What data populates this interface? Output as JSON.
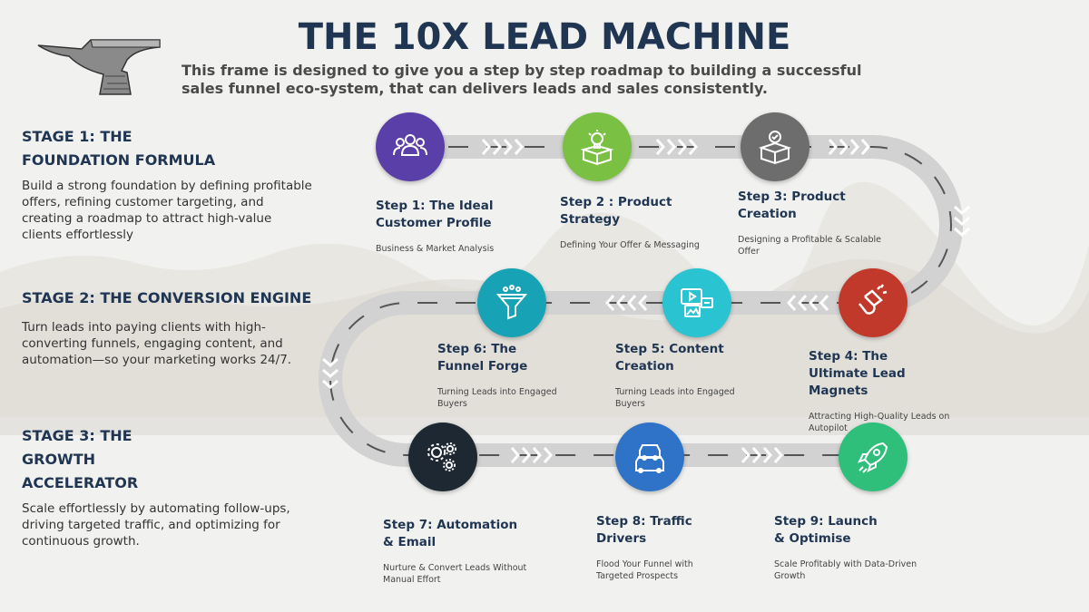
{
  "header": {
    "title": "THE 10X LEAD MACHINE",
    "subtitle": "This frame is designed to give you a step by step roadmap to building a successful sales funnel eco-system, that can delivers leads and sales consistently."
  },
  "stages": [
    {
      "title": "STAGE 1: THE FOUNDATION FORMULA",
      "desc": "Build a strong foundation by defining profitable offers, refining customer targeting, and creating a roadmap to attract high-value clients effortlessly"
    },
    {
      "title": "STAGE 2: THE CONVERSION ENGINE",
      "desc": "Turn leads into paying clients with high-converting funnels, engaging content, and automation—so your marketing works 24/7."
    },
    {
      "title": "STAGE 3: THE GROWTH ACCELERATOR",
      "desc": "Scale effortlessly by automating follow-ups, driving targeted traffic, and optimizing for continuous growth."
    }
  ],
  "steps": [
    {
      "title": "Step 1: The Ideal Customer Profile",
      "desc": "Business & Market Analysis",
      "icon": "users-icon",
      "color": "#5b3fa8"
    },
    {
      "title": "Step 2 : Product Strategy",
      "desc": "Defining Your Offer & Messaging",
      "icon": "lightbulb-box-icon",
      "color": "#7ac143"
    },
    {
      "title": "Step 3: Product Creation",
      "desc": "Designing a Profitable & Scalable Offer",
      "icon": "product-box-icon",
      "color": "#6d6d6d"
    },
    {
      "title": "Step 4: The Ultimate Lead Magnets",
      "desc": "Attracting High-Quality Leads on Autopilot",
      "icon": "magnet-icon",
      "color": "#c0392b"
    },
    {
      "title": "Step 5: Content Creation",
      "desc": "Turning Leads into Engaged Buyers",
      "icon": "content-media-icon",
      "color": "#29c3d1"
    },
    {
      "title": "Step 6: The Funnel Forge",
      "desc": "Turning Leads into Engaged Buyers",
      "icon": "funnel-icon",
      "color": "#17a3b5"
    },
    {
      "title": "Step 7: Automation & Email",
      "desc": "Nurture & Convert Leads Without Manual Effort",
      "icon": "gears-icon",
      "color": "#1d2833"
    },
    {
      "title": "Step 8: Traffic Drivers",
      "desc": "Flood Your Funnel with Targeted Prospects",
      "icon": "traffic-cars-icon",
      "color": "#2f73c9"
    },
    {
      "title": "Step 9: Launch & Optimise",
      "desc": "Scale Profitably with Data-Driven Growth",
      "icon": "rocket-icon",
      "color": "#2fbf7b"
    }
  ]
}
